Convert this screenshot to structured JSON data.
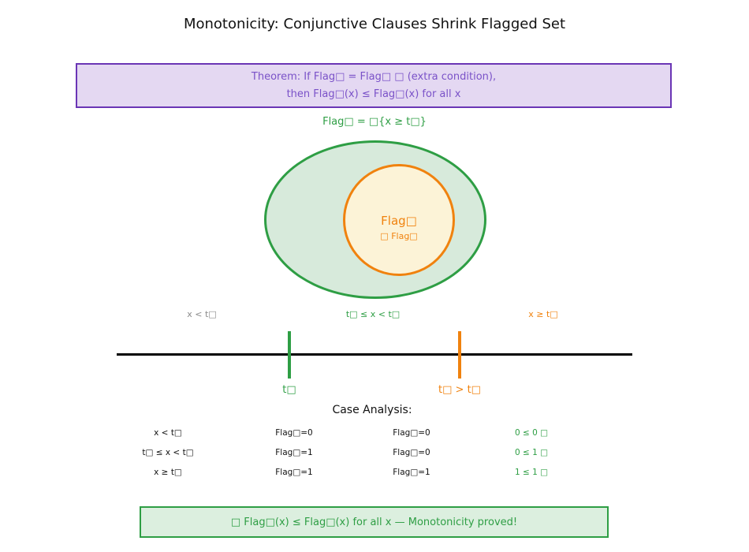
{
  "title": "Monotonicity: Conjunctive Clauses Shrink Flagged Set",
  "theorem_box": {
    "line1": "Theorem: If Flag□ = Flag□ □ (extra condition),",
    "line2": "then Flag□(x) ≤ Flag□(x) for all x"
  },
  "venn": {
    "outer_set_label": "Flag□ = □{x ≥ t□}",
    "inner_label_main": "Flag□",
    "inner_label_sub": "□ Flag□"
  },
  "number_line": {
    "region_labels": [
      {
        "text": "x < t□"
      },
      {
        "text": "t□ ≤ x < t□"
      },
      {
        "text": "x ≥ t□"
      }
    ],
    "tick_labels": [
      {
        "text": "t□"
      },
      {
        "text": "t□ > t□"
      }
    ]
  },
  "case_analysis": {
    "heading": "Case Analysis:",
    "rows": [
      {
        "range": "x < t□",
        "flag_a": "Flag□=0",
        "flag_b": "Flag□=0",
        "verdict": "0 ≤ 0 □"
      },
      {
        "range": "t□ ≤ x < t□",
        "flag_a": "Flag□=1",
        "flag_b": "Flag□=0",
        "verdict": "0 ≤ 1 □"
      },
      {
        "range": "x ≥ t□",
        "flag_a": "Flag□=1",
        "flag_b": "Flag□=1",
        "verdict": "1 ≤ 1 □"
      }
    ]
  },
  "conclusion_box": {
    "text": "□ Flag□(x) ≤ Flag□(x) for all x  — Monotonicity proved!"
  },
  "colors": {
    "purple_border": "#6a35b5",
    "purple_fill": "#e4d8f2",
    "purple_text": "#7a52c8",
    "green": "#2e9e44",
    "green_fill": "#d7eadb",
    "green_fill_light": "#dcefdf",
    "orange": "#f0820e",
    "orange_fill": "#fcf3d7",
    "gray": "#8b8b8b"
  }
}
